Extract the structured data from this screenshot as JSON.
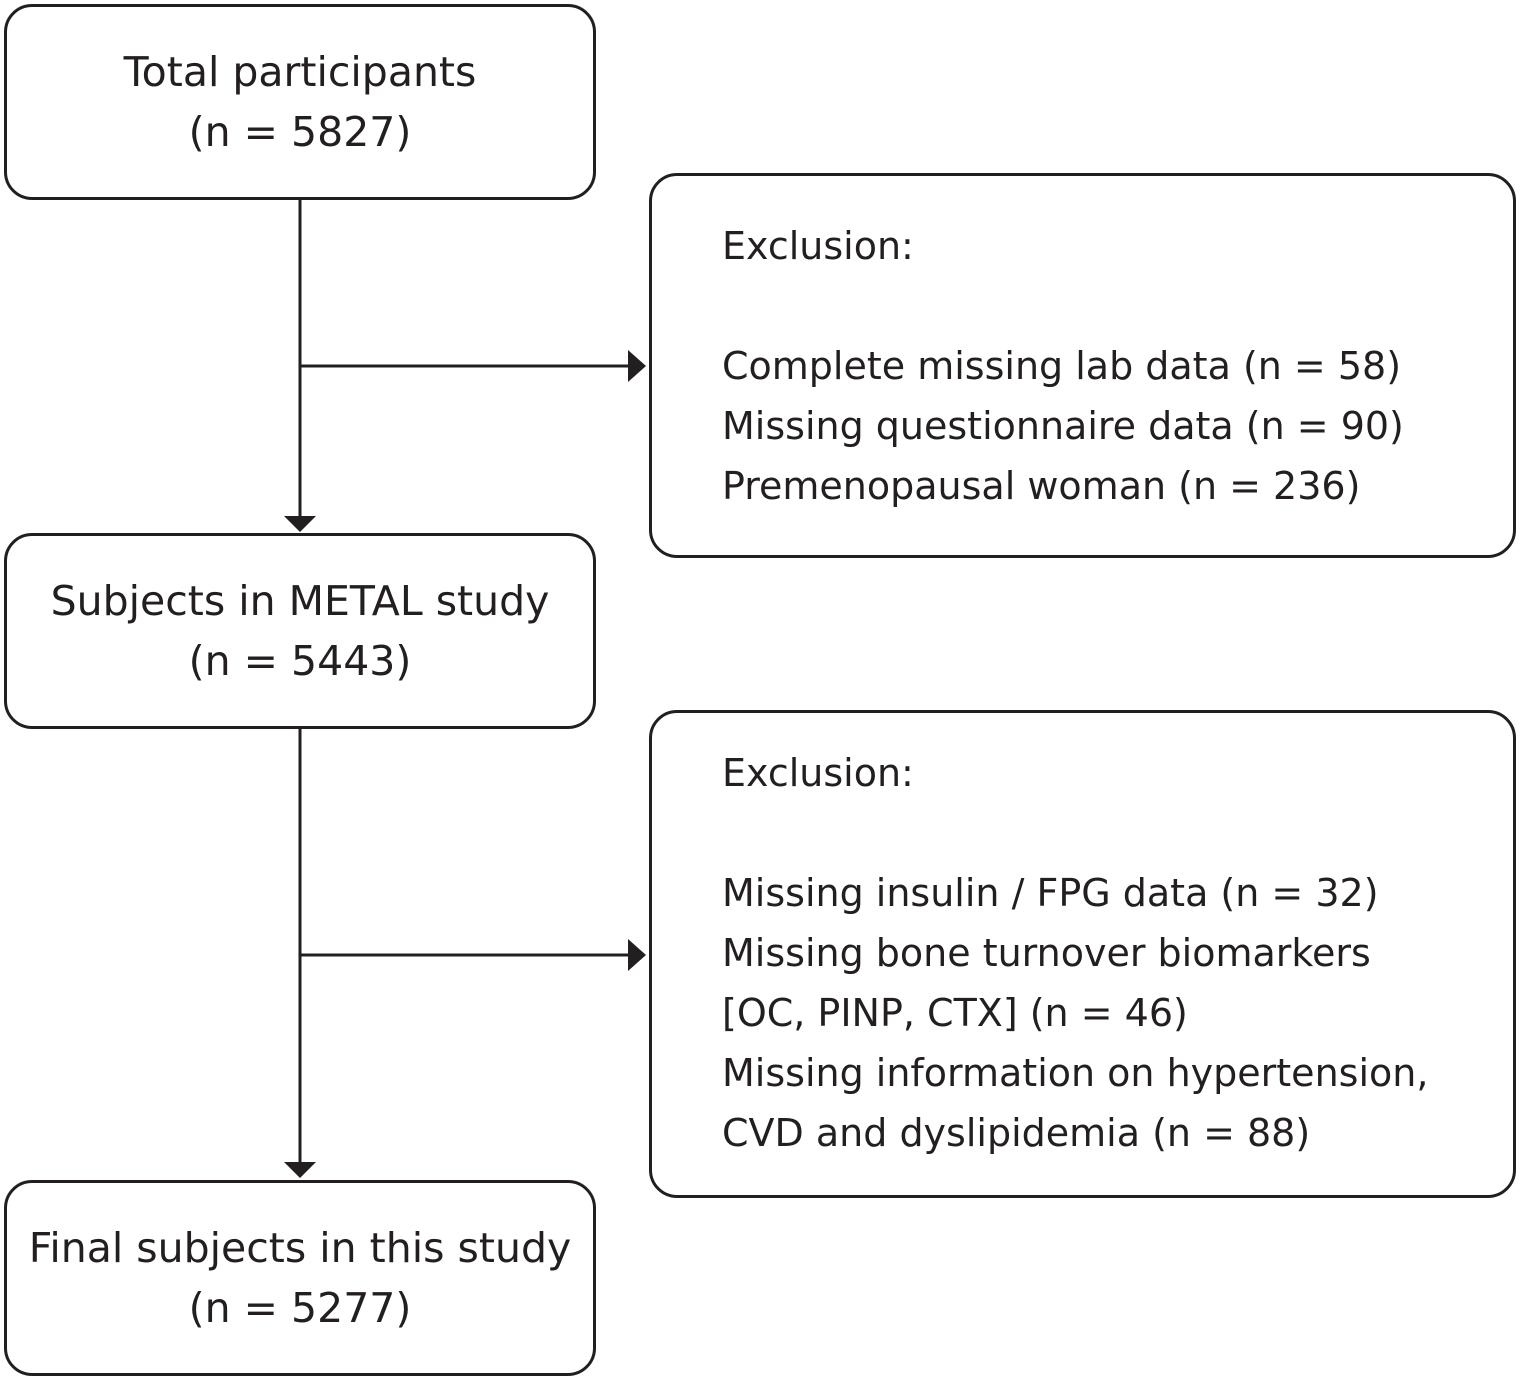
{
  "flow": {
    "total": {
      "label": "Total participants",
      "count": "(n = 5827)"
    },
    "metal": {
      "label": "Subjects in METAL study",
      "count": "(n = 5443)"
    },
    "final": {
      "label": "Final subjects in this study",
      "count": "(n = 5277)"
    }
  },
  "exclusions": [
    {
      "heading": "Exclusion:",
      "lines": [
        "Complete missing lab data (n = 58)",
        "Missing questionnaire data (n = 90)",
        "Premenopausal woman (n = 236)"
      ]
    },
    {
      "heading": "Exclusion:",
      "lines": [
        "Missing insulin / FPG data (n = 32)",
        "Missing bone turnover biomarkers",
        "[OC, PINP, CTX] (n = 46)",
        "Missing information on hypertension,",
        "CVD and dyslipidemia (n = 88)"
      ]
    }
  ],
  "colors": {
    "stroke": "#231f20",
    "background": "#ffffff"
  }
}
